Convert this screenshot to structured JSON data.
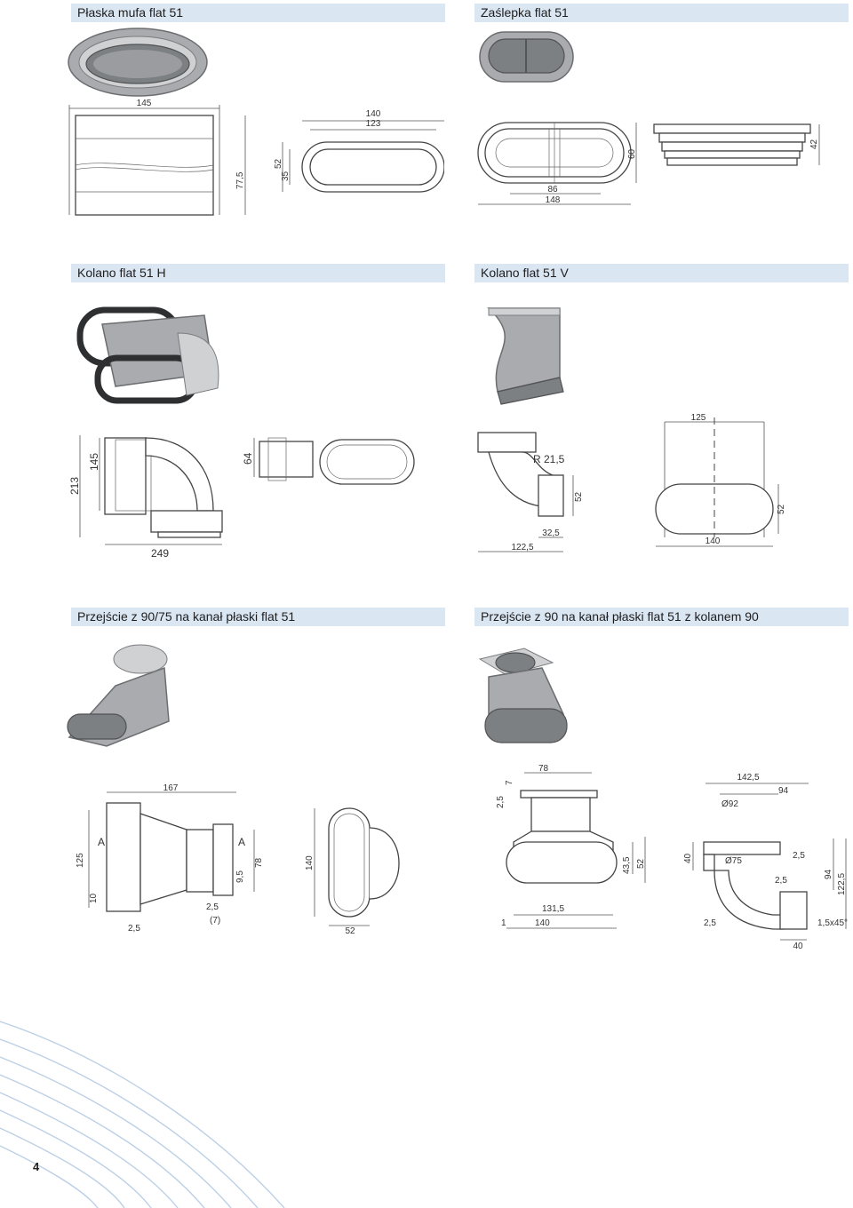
{
  "sections": [
    {
      "title": "Płaska mufa flat 51"
    },
    {
      "title": "Zaślepka flat 51"
    },
    {
      "title": "Kolano flat 51 H"
    },
    {
      "title": "Kolano flat 51 V"
    },
    {
      "title": "Przejście z 90/75 na kanał płaski flat 51"
    },
    {
      "title": "Przejście z 90 na kanał płaski flat 51 z kolanem 90"
    }
  ],
  "dims": {
    "mufa": [
      "145",
      "77,5",
      "52",
      "35",
      "140",
      "123"
    ],
    "zaslepka": [
      "60",
      "86",
      "148",
      "42"
    ],
    "kolano_h": [
      "213",
      "145",
      "249",
      "64"
    ],
    "kolano_v": [
      "R 21,5",
      "52",
      "32,5",
      "122,5",
      "125",
      "52",
      "140"
    ],
    "przejscie_a": [
      "167",
      "A",
      "A",
      "125",
      "10",
      "2,5",
      "9,5",
      "78",
      "2,5",
      "(7)",
      "140",
      "52"
    ],
    "przejscie_b": [
      "78",
      "7",
      "2,5",
      "43,5",
      "52",
      "131,5",
      "1",
      "140",
      "142,5",
      "94",
      "Ø92",
      "40",
      "Ø75",
      "2,5",
      "2,5",
      "94",
      "122,5",
      "2,5",
      "1,5x45°",
      "40"
    ]
  },
  "page_number": "4",
  "colors": {
    "header_bg": "#dbe6f3",
    "swoosh": "#bcd0e6"
  }
}
